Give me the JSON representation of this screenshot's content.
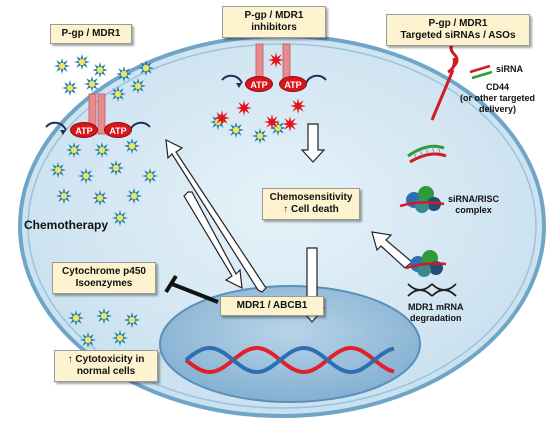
{
  "boxes": {
    "pgp_left": "P-gp / MDR1",
    "pgp_inhibitors_line1": "P-gp / MDR1",
    "pgp_inhibitors_line2": "inhibitors",
    "pgp_targeted_line1": "P-gp / MDR1",
    "pgp_targeted_line2": "Targeted siRNAs / ASOs",
    "chemosensitivity_line1": "Chemosensitivity",
    "chemosensitivity_line2": "↑ Cell death",
    "cytochrome_line1": "Cytochrome p450",
    "cytochrome_line2": "Isoenzymes",
    "mdr1_gene": "MDR1 / ABCB1",
    "cytotoxicity_line1": "↑ Cytotoxicity in",
    "cytotoxicity_line2": "normal cells"
  },
  "labels": {
    "chemotherapy": "Chemotherapy",
    "sirna": "siRNA",
    "cd44_line1": "CD44",
    "cd44_line2": "(or other targeted",
    "cd44_line3": "delivery)",
    "sirna_risc_line1": "siRNA/RISC",
    "sirna_risc_line2": "complex",
    "mrna_line1": "MDR1 mRNA",
    "mrna_line2": "degradation",
    "atp": "ATP"
  },
  "colors": {
    "cytoplasm": "#d6e9f4",
    "membrane": "#6fa6c8",
    "nucleus": "#8db8d6",
    "transporter": "#e98a8f",
    "atp": "#d9141b",
    "inhibitor_star": "#e3141b",
    "drug_star_outer": "#1f7fb0",
    "drug_star_inner": "#f2e35a",
    "box_fill": "#fdf3cf",
    "dna_red": "#e0202a",
    "dna_blue": "#2d6fb0",
    "rna_green": "#2e9a3a",
    "rna_red": "#d41a22"
  }
}
